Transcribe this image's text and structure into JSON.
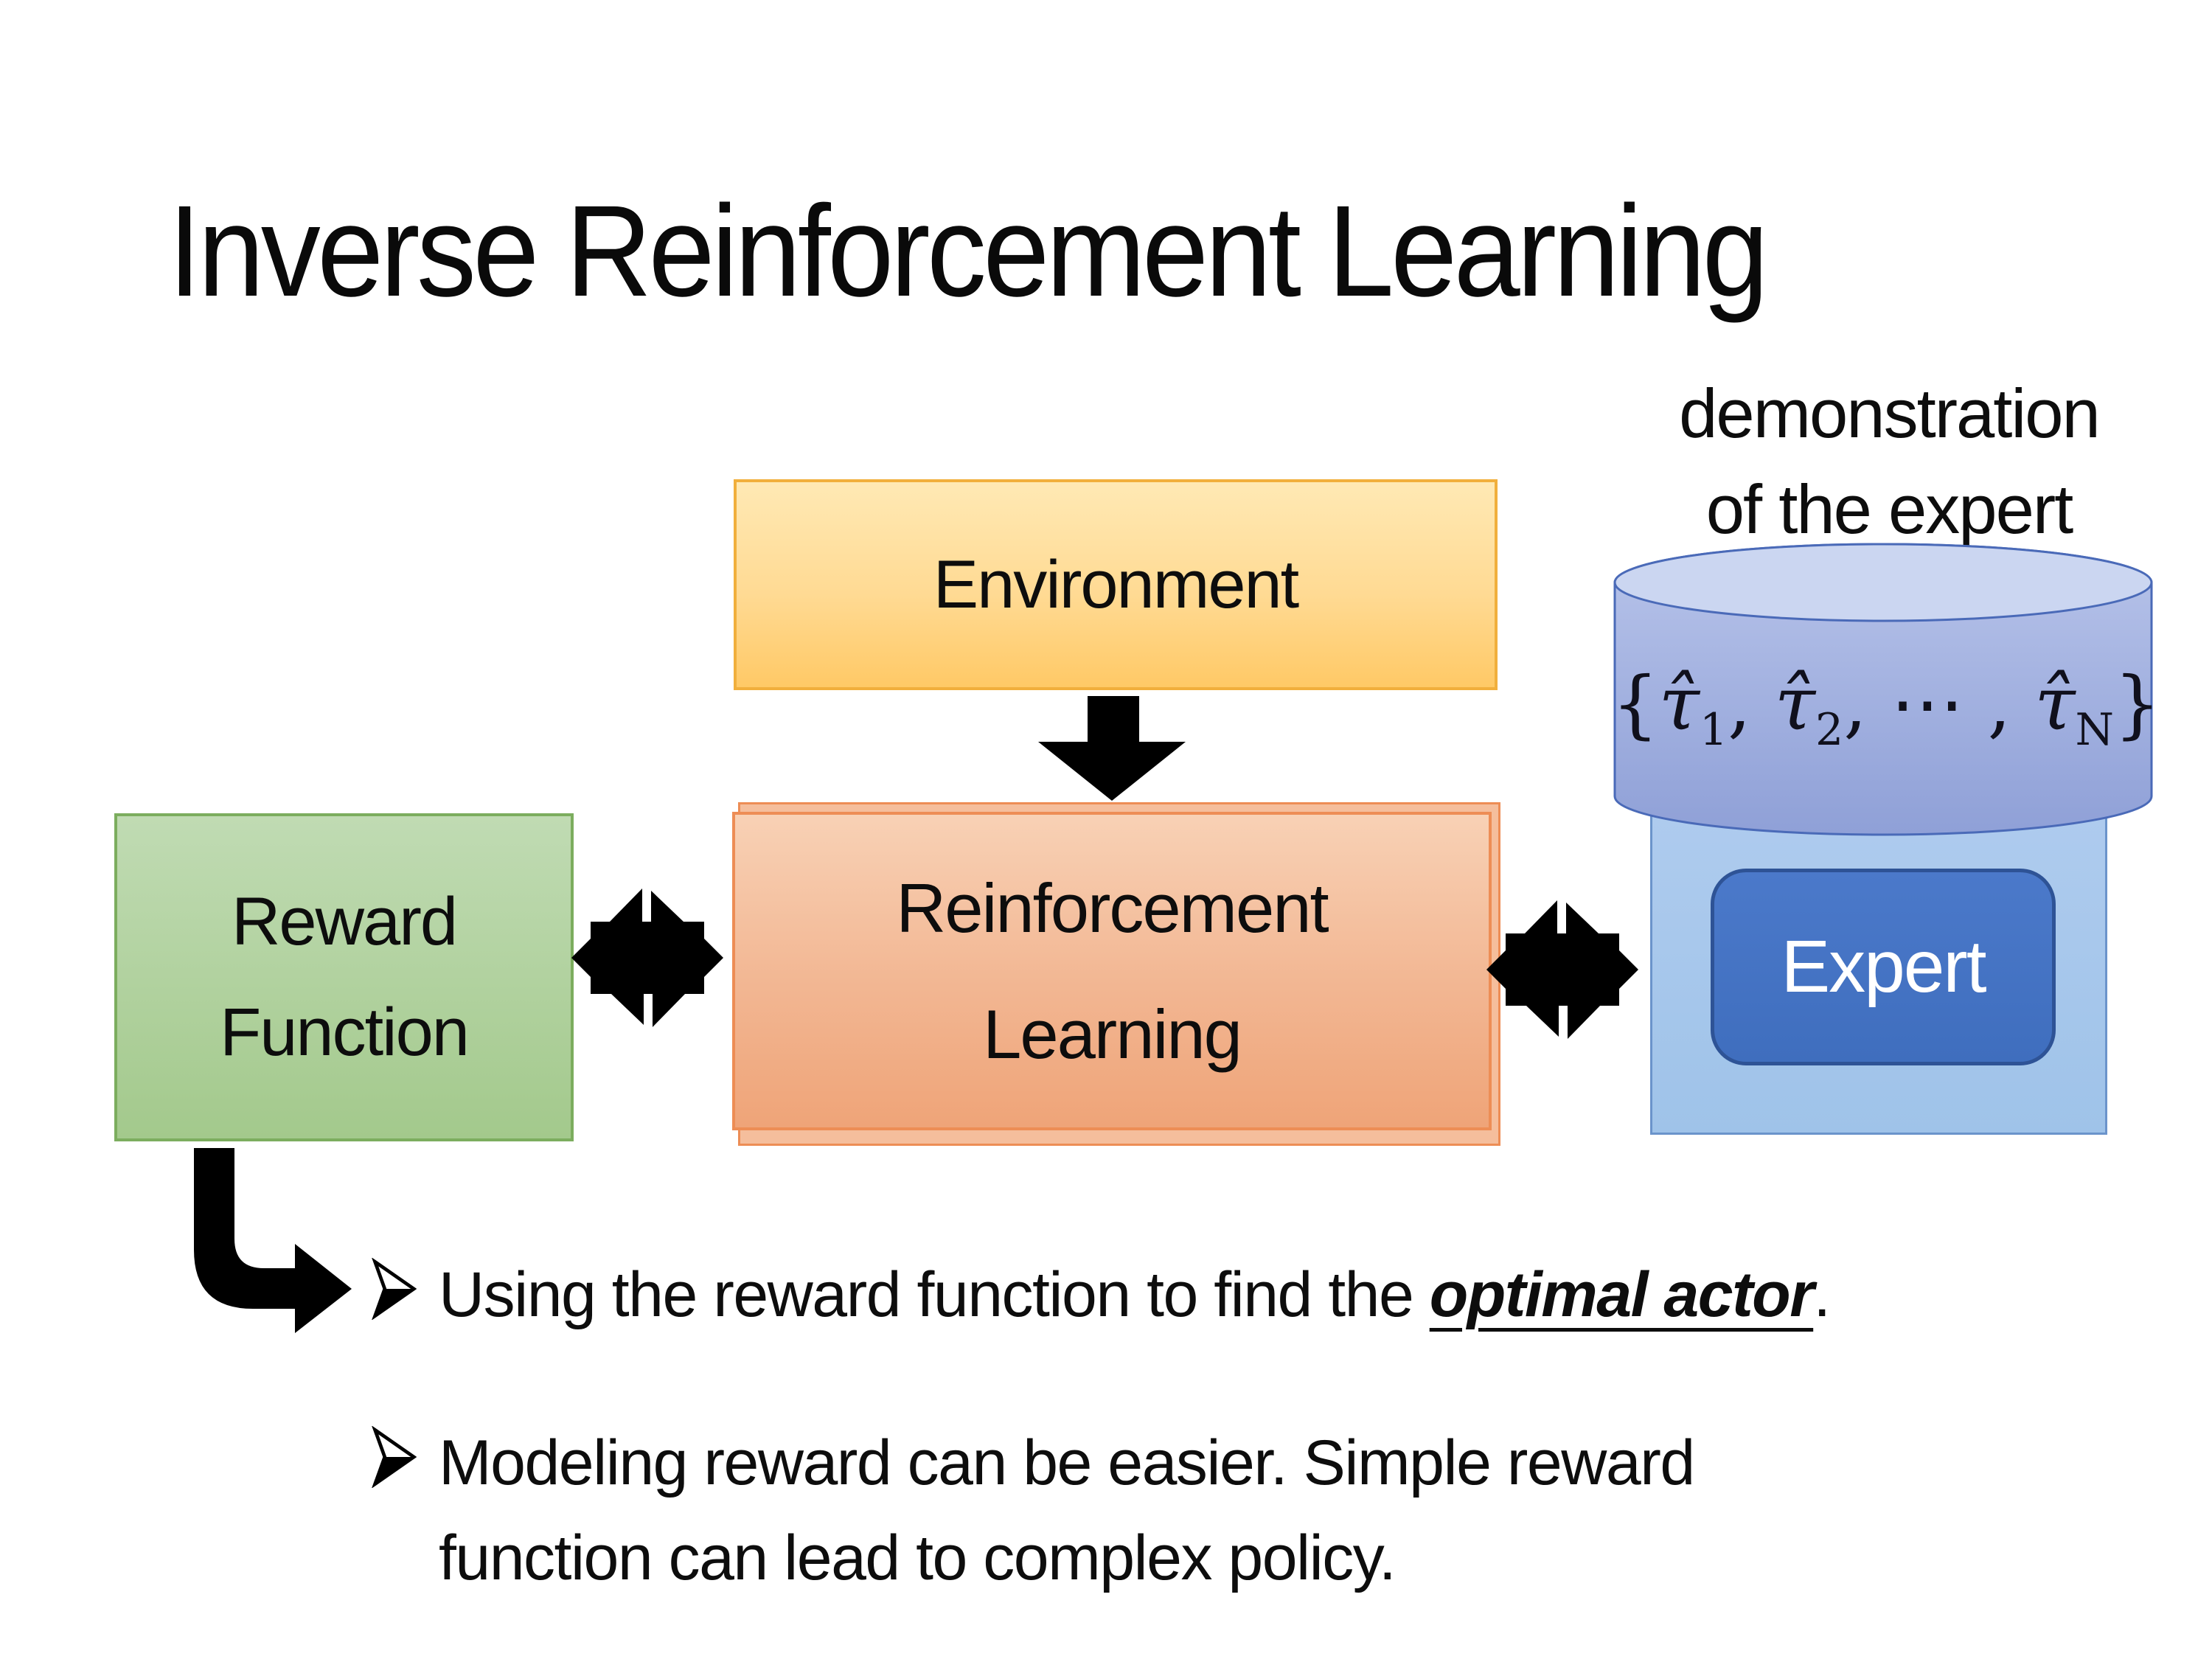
{
  "slide": {
    "title": "Inverse Reinforcement Learning",
    "demo_label": {
      "line1": "demonstration",
      "line2": "of the expert"
    },
    "environment": {
      "label": "Environment"
    },
    "reward_function": {
      "line1": "Reward",
      "line2": "Function"
    },
    "reinforcement_learning": {
      "line1": "Reinforcement",
      "line2": "Learning"
    },
    "expert": {
      "label": "Expert"
    },
    "trajectory_set": {
      "lbrace": "{",
      "tau1": "τ̂",
      "sub1": "1",
      "comma1": ", ",
      "tau2": "τ̂",
      "sub2": "2",
      "comma2": ", ",
      "cdots": "⋯",
      "comma3": " , ",
      "tauN": "τ̂",
      "subN": "N",
      "rbrace": "}"
    },
    "bullets": {
      "marker": "➢",
      "item1": {
        "pre": "Using the reward function to find the ",
        "emphasis": "optimal actor",
        "post": "."
      },
      "item2": {
        "line1": "Modeling reward can be easier. Simple reward",
        "line2": "function can lead to complex policy."
      }
    }
  },
  "palette": {
    "environment_fill_top": "#FFE9B4",
    "environment_fill_bottom": "#FFC966",
    "environment_border": "#F1AF3C",
    "reward_fill_top": "#C0DBB3",
    "reward_fill_bottom": "#A3C98C",
    "reward_border": "#7CAD5E",
    "rl_fill_top": "#F8D1B5",
    "rl_fill_bottom": "#EFA478",
    "rl_border": "#ED8D55",
    "cylinder_top_fill": "#CBD6F1",
    "cylinder_body_top": "#B8C4EA",
    "cylinder_body_bottom": "#8FA0D7",
    "cylinder_border": "#4A6AB8",
    "expert_container_fill": "#A5C9EC",
    "expert_container_border": "#6B94CB",
    "expert_fill": "#4472C4",
    "expert_border": "#2E5396",
    "expert_text": "#FFFFFF",
    "arrow_color": "#000000",
    "text_color": "#0D0D0D"
  }
}
